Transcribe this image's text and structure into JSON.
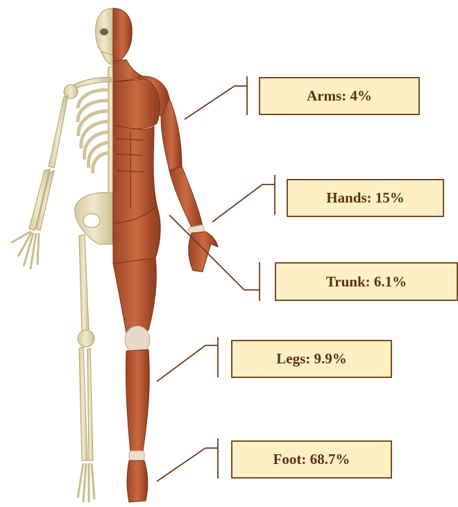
{
  "labels": {
    "arms": {
      "name": "Arms",
      "value": "4%",
      "text": "Arms: 4%"
    },
    "hands": {
      "name": "Hands",
      "value": "15%",
      "text": "Hands: 15%"
    },
    "trunk": {
      "name": "Trunk",
      "value": "6.1%",
      "text": "Trunk: 6.1%"
    },
    "legs": {
      "name": "Legs",
      "value": "9.9%",
      "text": "Legs: 9.9%"
    },
    "foot": {
      "name": "Foot",
      "value": "68.7%",
      "text": "Foot: 68.7%"
    }
  },
  "colors": {
    "box_fill": "#fdf0c6",
    "box_border": "#7a4a1e",
    "box_text": "#5a2f14",
    "leader_line": "#6b3a17",
    "bone": "#e9dfbf",
    "bone_outline": "#b8a978",
    "muscle": "#b85a35",
    "muscle_dark": "#8e3b1f",
    "tendon": "#eadfcf"
  },
  "figure": {
    "subject": "half-skeleton half-muscle anatomical human body"
  }
}
